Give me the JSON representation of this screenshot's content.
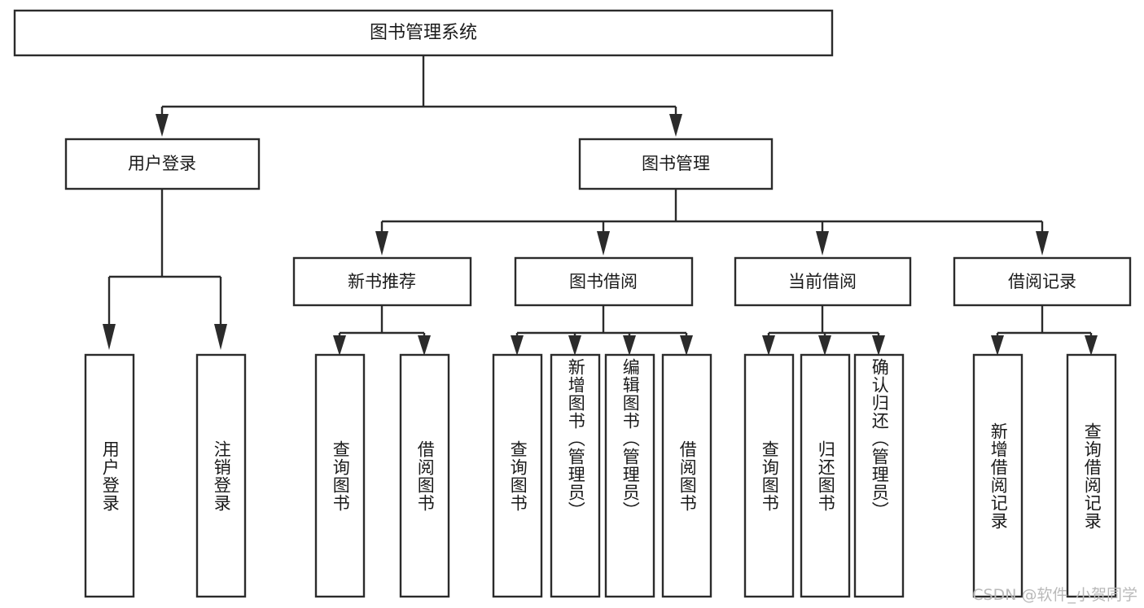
{
  "diagram": {
    "type": "tree-hierarchy-chart",
    "title": "图书管理系统",
    "watermark": "CSDN @软件_小贺同学",
    "colors": {
      "stroke": "#2b2b2b",
      "fill": "#ffffff",
      "text": "#1a1a1a",
      "watermark": "#b9b9b9",
      "background": "#ffffff"
    },
    "levels": {
      "root": {
        "label": "图书管理系统"
      },
      "level2": [
        {
          "label": "用户登录"
        },
        {
          "label": "图书管理"
        }
      ],
      "level3": [
        {
          "label": "新书推荐"
        },
        {
          "label": "图书借阅"
        },
        {
          "label": "当前借阅"
        },
        {
          "label": "借阅记录"
        }
      ]
    },
    "nodes": {
      "root": "图书管理系统",
      "user_login": "用户登录",
      "book_manage": "图书管理",
      "new_book_rec": "新书推荐",
      "book_borrow": "图书借阅",
      "current_borrow": "当前借阅",
      "borrow_record": "借阅记录"
    },
    "leaves": {
      "user_login": [
        "用户登录",
        "注销登录"
      ],
      "new_book_rec": [
        "查询图书",
        "借阅图书"
      ],
      "book_borrow": [
        "查询图书",
        "新增图书（管理员）",
        "编辑图书（管理员）",
        "借阅图书"
      ],
      "current_borrow": [
        "查询图书",
        "归还图书",
        "确认归还（管理员）"
      ],
      "borrow_record": [
        "新增借阅记录",
        "查询借阅记录"
      ]
    }
  }
}
